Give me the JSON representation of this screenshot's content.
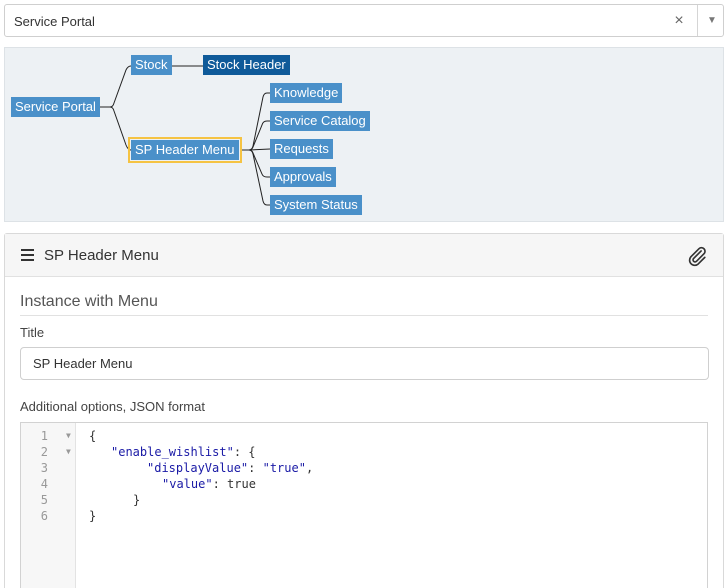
{
  "selector": {
    "value": "Service Portal",
    "clear_icon": "×",
    "caret_icon": "▼"
  },
  "tree": {
    "root": "Service Portal",
    "stock": "Stock",
    "stock_header": "Stock Header",
    "sp_header_menu": "SP Header Menu",
    "children": [
      "Knowledge",
      "Service Catalog",
      "Requests",
      "Approvals",
      "System Status"
    ],
    "colors": {
      "node": "#4a90c9",
      "node_dark": "#0f5a99",
      "selected_outline": "#f5c342"
    }
  },
  "panel": {
    "title": "SP Header Menu",
    "section_title": "Instance with Menu",
    "title_label": "Title",
    "title_value": "SP Header Menu",
    "options_label": "Additional options, JSON format"
  },
  "editor": {
    "lines": [
      {
        "n": "1",
        "fold": "▼",
        "segments": [
          [
            "{",
            "plain"
          ]
        ]
      },
      {
        "n": "2",
        "fold": "▼",
        "segments": [
          [
            "\"enable_wishlist\"",
            "str"
          ],
          [
            ": {",
            "plain"
          ]
        ]
      },
      {
        "n": "3",
        "fold": "",
        "segments": [
          [
            "\"displayValue\"",
            "str"
          ],
          [
            ": ",
            "plain"
          ],
          [
            "\"true\"",
            "str"
          ],
          [
            ",",
            "plain"
          ]
        ]
      },
      {
        "n": "4",
        "fold": "",
        "segments": [
          [
            "\"value\"",
            "str"
          ],
          [
            ": true",
            "plain"
          ]
        ]
      },
      {
        "n": "5",
        "fold": "",
        "segments": [
          [
            "}",
            "plain"
          ]
        ]
      },
      {
        "n": "6",
        "fold": "",
        "segments": [
          [
            "}",
            "plain"
          ]
        ]
      }
    ]
  }
}
